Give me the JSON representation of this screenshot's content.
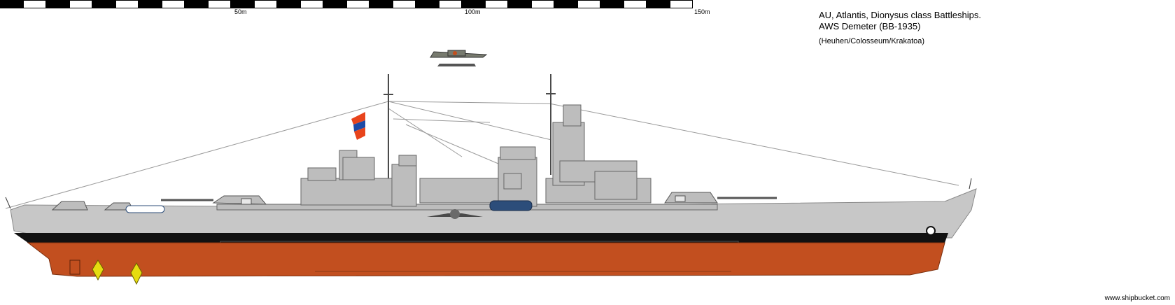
{
  "scale": {
    "labels": [
      "50m",
      "100m",
      "150m"
    ],
    "colors": {
      "dark": "#000000",
      "light": "#ffffff"
    }
  },
  "title": {
    "line1": "AU, Atlantis, Dionysus class Battleships.",
    "line2": "AWS Demeter (BB-1935)",
    "line3": "(Heuhen/Colosseum/Krakatoa)"
  },
  "credit": "www.shipbucket.com",
  "colors": {
    "hull_grey": "#c7c7c7",
    "superstructure_grey": "#bdbdbd",
    "boot_topping": "#111111",
    "antifouling_red": "#c24f1f",
    "propeller_yellow": "#e6dc10",
    "lifeboat_blue": "#2c4d7a",
    "flag_colors": [
      "#e8441c",
      "#1d4aa6",
      "#f0a020"
    ]
  }
}
